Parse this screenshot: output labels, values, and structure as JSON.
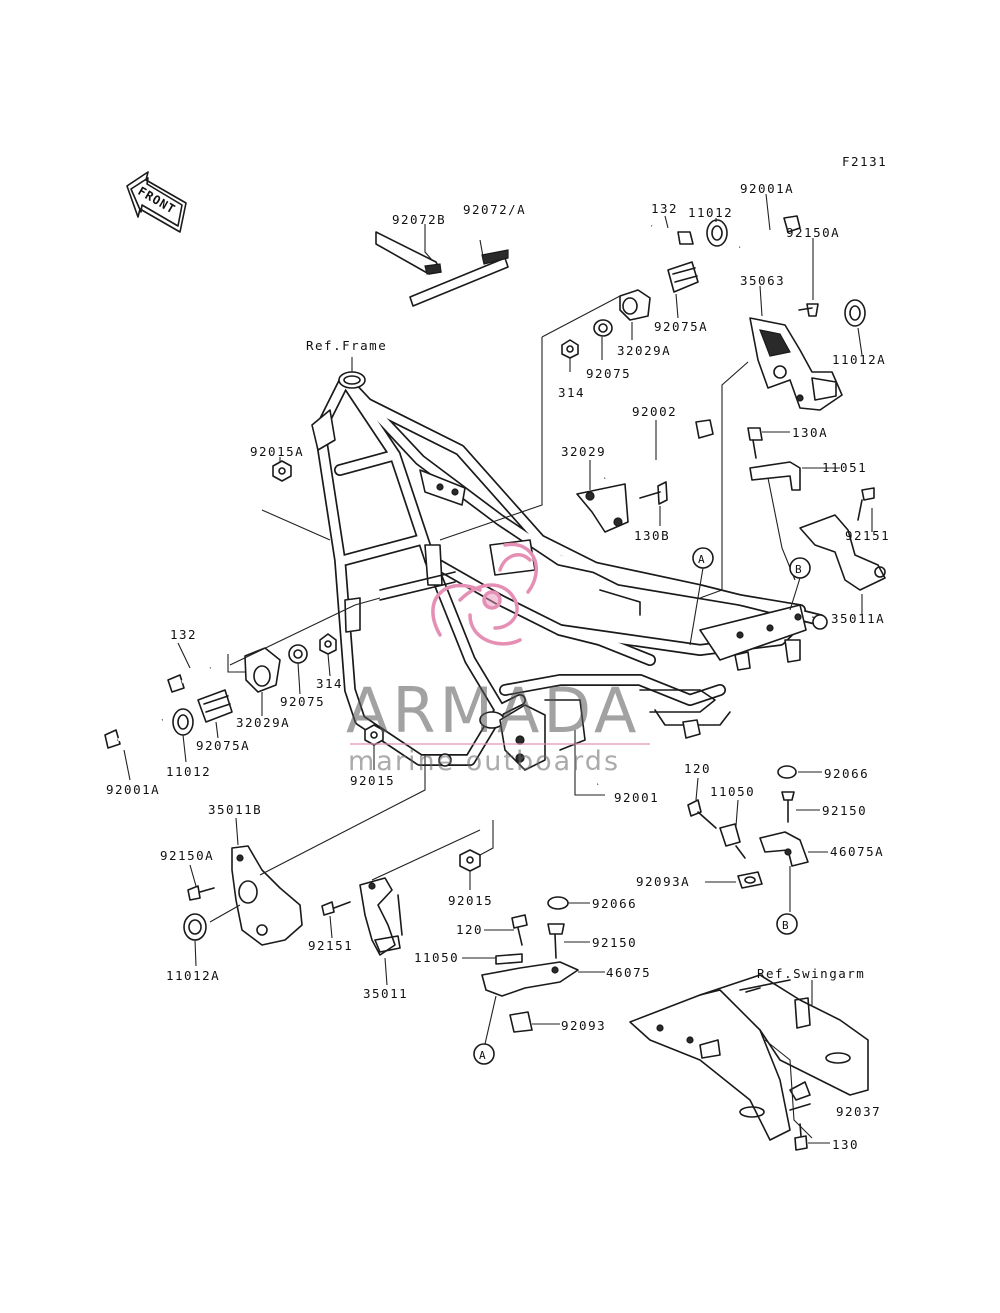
{
  "figure_code": "F2131",
  "front_label": "FRONT",
  "refs": {
    "frame": "Ref.Frame",
    "swingarm": "Ref.Swingarm"
  },
  "callouts": {
    "a": "A",
    "b": "B"
  },
  "parts": {
    "p92072B": "92072B",
    "p92072A": "92072/A",
    "p132_top": "132",
    "p11012_top": "11012",
    "p92001A_top": "92001A",
    "p92150A_top": "92150A",
    "p35063": "35063",
    "p92075A_top": "92075A",
    "p32029A_top": "32029A",
    "p314_top": "314",
    "p92075_top": "92075",
    "p11012A_right": "11012A",
    "p92002": "92002",
    "p130A": "130A",
    "p32029": "32029",
    "p11051": "11051",
    "p92015A": "92015A",
    "p92151_right": "92151",
    "p130B": "130B",
    "p35011A": "35011A",
    "p132_left": "132",
    "p314_left": "314",
    "p92075_left": "92075",
    "p32029A_left": "32029A",
    "p92075A_left": "92075A",
    "p11012_left": "11012",
    "p92001A_left": "92001A",
    "p92015_mid": "92015",
    "p120_right": "120",
    "p92066_right": "92066",
    "p11050_right": "11050",
    "p92150_right": "92150",
    "p92001": "92001",
    "p46075A": "46075A",
    "p35011B": "35011B",
    "p92093A": "92093A",
    "p92150A_left": "92150A",
    "p92015_bottom": "92015",
    "p92066_mid": "92066",
    "p120_mid": "120",
    "p92150_mid": "92150",
    "p11050_mid": "11050",
    "p46075": "46075",
    "p92151_left": "92151",
    "p11012A_left": "11012A",
    "p35011": "35011",
    "p92093": "92093",
    "p92037": "92037",
    "p130": "130"
  },
  "watermark": {
    "title": "ARMADA",
    "subtitle": "marine outboards",
    "colors": {
      "logo": "#e58fb5",
      "text": "#555555"
    }
  }
}
